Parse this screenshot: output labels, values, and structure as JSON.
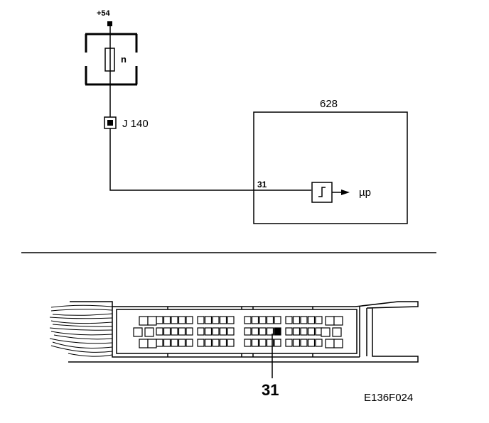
{
  "schematic": {
    "supply_label": "+54",
    "fuse_symbol": "n",
    "connector_label": "J 140",
    "module_label": "628",
    "pin_label": "31",
    "output_label": "µp"
  },
  "connector_view": {
    "pin_callout": "31"
  },
  "figure_code": "E136F024"
}
